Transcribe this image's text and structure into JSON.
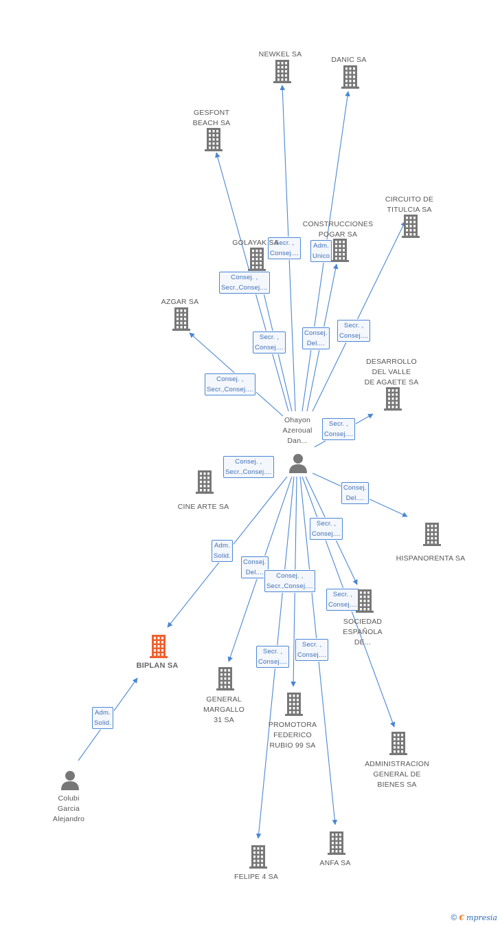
{
  "colors": {
    "edge": "#4a86d4",
    "building": "#777777",
    "focus_building": "#f0602e",
    "person": "#777777"
  },
  "nodes": [
    {
      "id": "newkel",
      "kind": "building",
      "label": "NEWKEL SA"
    },
    {
      "id": "danic",
      "kind": "building",
      "label": "DANIC SA"
    },
    {
      "id": "gesfont",
      "kind": "building",
      "label": "GESFONT\nBEACH SA"
    },
    {
      "id": "circuito",
      "kind": "building",
      "label": "CIRCUITO DE\nTITULCIA SA"
    },
    {
      "id": "construcciones",
      "kind": "building",
      "label": "CONSTRUCCIONES\nPOGAR SA"
    },
    {
      "id": "golayak",
      "kind": "building",
      "label": "GOLAYAK SA"
    },
    {
      "id": "azgar",
      "kind": "building",
      "label": "AZGAR SA"
    },
    {
      "id": "desarrollo",
      "kind": "building",
      "label": "DESARROLLO\nDEL VALLE\nDE AGAETE SA"
    },
    {
      "id": "ohayon",
      "kind": "person",
      "label": "Ohayon\nAzeroual\nDan..."
    },
    {
      "id": "cine",
      "kind": "building",
      "label": "CINE ARTE SA"
    },
    {
      "id": "hispanorenta",
      "kind": "building",
      "label": "HISPANORENTA SA"
    },
    {
      "id": "sociedad",
      "kind": "building",
      "label": "SOCIEDAD\nESPAÑOLA\nDE..."
    },
    {
      "id": "biplan",
      "kind": "building",
      "label": "BIPLAN SA",
      "focus": true
    },
    {
      "id": "general",
      "kind": "building",
      "label": "GENERAL\nMARGALLO\n31 SA"
    },
    {
      "id": "promotora",
      "kind": "building",
      "label": "PROMOTORA\nFEDERICO\nRUBIO 99 SA"
    },
    {
      "id": "administracion",
      "kind": "building",
      "label": "ADMINISTRACION\nGENERAL DE\nBIENES SA"
    },
    {
      "id": "colubi",
      "kind": "person",
      "label": "Colubi\nGarcia\nAlejandro"
    },
    {
      "id": "anfa",
      "kind": "building",
      "label": "ANFA SA"
    },
    {
      "id": "felipe",
      "kind": "building",
      "label": "FELIPE 4 SA"
    }
  ],
  "edges": [
    {
      "from": "ohayon",
      "to": "newkel",
      "label": "Secr. ,\nConsej...."
    },
    {
      "from": "ohayon",
      "to": "danic",
      "label": "Adm.\nUnico"
    },
    {
      "from": "ohayon",
      "to": "gesfont",
      "label": "Consej. ,\nSecr.,Consej...."
    },
    {
      "from": "ohayon",
      "to": "circuito",
      "label": "Secr. ,\nConsej...."
    },
    {
      "from": "ohayon",
      "to": "construcciones",
      "label": "Consej.\nDel...."
    },
    {
      "from": "ohayon",
      "to": "golayak",
      "label": "Secr. ,\nConsej...."
    },
    {
      "from": "ohayon",
      "to": "azgar",
      "label": "Consej. ,\nSecr.,Consej...."
    },
    {
      "from": "ohayon",
      "to": "desarrollo",
      "label": "Secr. ,\nConsej...."
    },
    {
      "from": "ohayon",
      "to": "hispanorenta",
      "label": "Consej.\nDel...."
    },
    {
      "from": "ohayon",
      "to": "sociedad",
      "label": "Secr. ,\nConsej...."
    },
    {
      "from": "ohayon",
      "to": "biplan",
      "label": "Adm.\nSolid."
    },
    {
      "from": "ohayon",
      "to": "general",
      "label": "Consej.\nDel...."
    },
    {
      "from": "ohayon",
      "to": "promotora",
      "label": "Consej. ,\nSecr.,Consej...."
    },
    {
      "from": "ohayon",
      "to": "administracion",
      "label": "Secr. ,\nConsej...."
    },
    {
      "from": "ohayon",
      "to": "anfa",
      "label": "Secr. ,\nConsej...."
    },
    {
      "from": "ohayon",
      "to": "felipe",
      "label": "Secr. ,\nConsej...."
    },
    {
      "from": "ohayon",
      "to": "cine",
      "label": "Consej. ,\nSecr.,Consej...."
    },
    {
      "from": "colubi",
      "to": "biplan",
      "label": "Adm.\nSolid."
    }
  ],
  "brand": {
    "copyright": "©",
    "initial": "€",
    "name": "mpresia"
  }
}
